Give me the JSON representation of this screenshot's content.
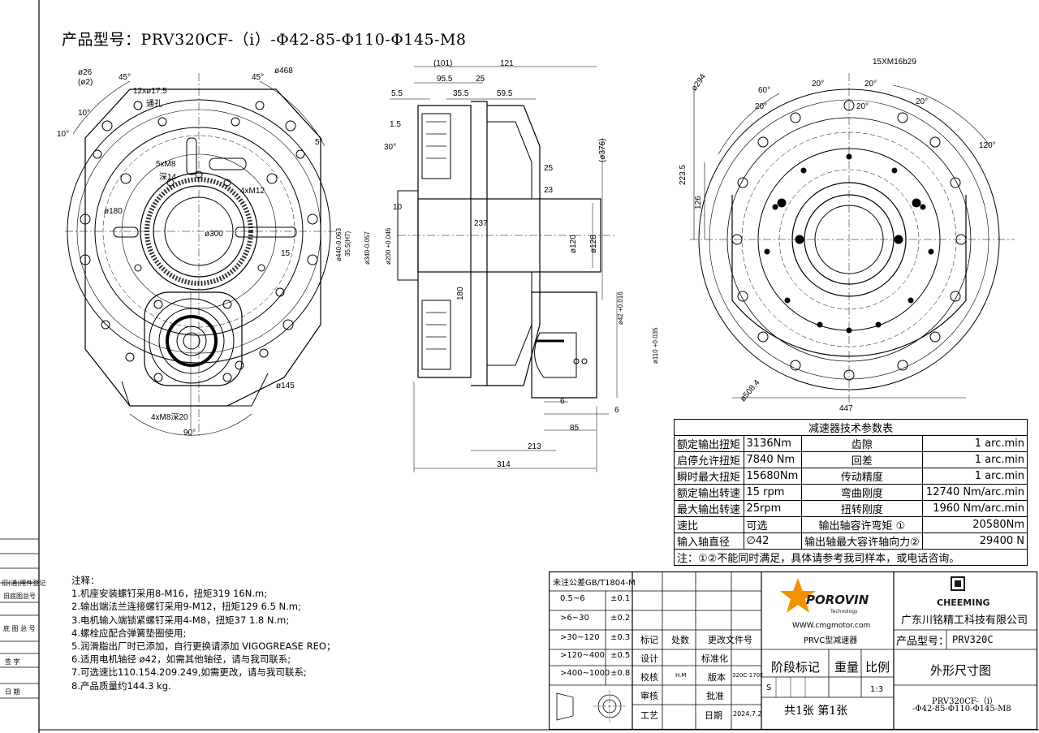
{
  "title": "产品型号：PRV320CF-（i）-Φ42-85-Φ110-Φ145-M8",
  "left_view_dims": {
    "d26": "ø26",
    "d26_sub": "(ø2)",
    "a45a": "45°",
    "a45b": "45°",
    "d468": "ø468",
    "holes_12x175": "12xø17.5",
    "holes_12x175_sub": "通孔",
    "a10a": "10°",
    "a10b": "10°",
    "a5": "5°",
    "m8": "5xM8",
    "m8_sub": "深14",
    "m12": "4xM12",
    "d180": "ø180",
    "d300": "ø300",
    "d15": "15",
    "d145": "ø145",
    "m8_20": "4xM8深20",
    "a90": "90°"
  },
  "side_view_dims": {
    "d101": "(101)",
    "d121": "121",
    "d95_5": "95.5",
    "d25a": "25",
    "d5_5": "5.5",
    "d35_5": "35.5",
    "d59_5": "59.5",
    "d1_5": "1.5",
    "d30": "30°",
    "d25b": "25",
    "d23": "23",
    "d10": "10",
    "d237": "237",
    "d376": "(ø376)",
    "d120": "ø120",
    "d128": "ø128",
    "d440": "ø440-0.063",
    "d35_5b": "35.5(H7)",
    "d340": "ø340-0.057",
    "d200": "ø200 +0.046",
    "d180": "180",
    "d42": "ø42 +0.016",
    "d110": "ø110 +0.035",
    "d6a": "6",
    "d6b": "6",
    "d85": "85",
    "d213": "213",
    "d314": "314"
  },
  "right_view_dims": {
    "spline": "15XM16b29",
    "d294": "ø294",
    "a60": "60°",
    "a20a": "20°",
    "a20b": "20°",
    "a20c": "20°",
    "a20d": "20°",
    "a20e": "20°",
    "a120": "120°",
    "d223_5": "223.5",
    "d126": "126",
    "d508": "ø508.4",
    "d447": "447"
  },
  "params_table": {
    "heading": "减速器技术参数表",
    "rows": [
      [
        "额定输出扭矩",
        "3136Nm",
        "齿隙",
        "1 arc.min"
      ],
      [
        "启停允许扭矩",
        "7840 Nm",
        "回差",
        "1 arc.min"
      ],
      [
        "瞬时最大扭矩",
        "15680Nm",
        "传动精度",
        "1 arc.min"
      ],
      [
        "额定输出转速",
        "15 rpm",
        "弯曲刚度",
        "12740 Nm/arc.min"
      ],
      [
        "最大输出转速",
        "25rpm",
        "扭转刚度",
        "1960 Nm/arc.min"
      ],
      [
        "速比",
        "可选",
        "输出轴容许弯矩 ①",
        "20580Nm"
      ],
      [
        "输入轴直径",
        "∅42",
        "输出轴最大容许轴向力②",
        "29400 N"
      ]
    ],
    "footnote": "注：①②不能同时满足，具体请参考我司样本，或电话咨询。"
  },
  "notes": {
    "heading": "注释：",
    "lines": [
      "1.机座安装螺钉采用8-M16，扭矩319   16N.m;",
      "2.输出端法兰连接螺钉采用9-M12，扭矩129  6.5 N.m;",
      "3.电机输入端锁紧螺钉采用4-M8，扭矩37    1.8 N.m;",
      "4.螺栓应配合弹簧垫圈使用;",
      "5.润滑脂出厂时已添加，自行更换请添加  VIGOGREASE REO；",
      "6.适用电机轴径  ø42，如需其他轴径，请与我司联系;",
      "7.可选速比110.154.209.249,如需更改，请与我司联系;",
      "8.产品质量约144.3 kg."
    ]
  },
  "side_box": [
    "旧(通)用件登记",
    "旧底图总号",
    "底 图 总 号",
    "签 字",
    "日 期"
  ],
  "tolerance_table": {
    "heading": "未注公差GB/T1804-M",
    "rows": [
      [
        "0.5~6",
        "±0.1"
      ],
      [
        ">6~30",
        "±0.2"
      ],
      [
        ">30~120",
        "±0.3"
      ],
      [
        ">120~400",
        "±0.5"
      ],
      [
        ">400~1000",
        "±0.8"
      ]
    ]
  },
  "title_block": {
    "biaoji": "标记",
    "chushu": "处数",
    "gengai": "更改文件号",
    "sheji": "设计",
    "biaozhunhua": "标准化",
    "jiaohe": "校核",
    "jiaohe_by": "H.M",
    "banben": "版本",
    "banben_val": "320C-170F",
    "shenhe": "审核",
    "pizhun": "批准",
    "gongyi": "工艺",
    "riqi": "日期",
    "riqi_val": "2024.7.2",
    "jieduan": "阶段标记",
    "zhongliang": "重量",
    "bili": "比例",
    "s": "S",
    "scale": "1:3",
    "sheets": "共1张  第1张",
    "brand": "POROVIN",
    "brand_sub": "Technology",
    "url": "WWW.cmgmotor.com",
    "product_line": "PRVC型减速器",
    "company_logo": "CHEEMING",
    "company": "广东川铭精工科技有限公司",
    "model_label": "产品型号：",
    "model": "PRV320C",
    "drawing_name": "外形尺寸图",
    "code_line1": "PRV320CF-（i）",
    "code_line2": "-Φ42-85-Φ110-Φ145-M8"
  },
  "colors": {
    "line": "#000000",
    "logo_orange": "#f39200",
    "logo_dark": "#1a1a1a"
  }
}
